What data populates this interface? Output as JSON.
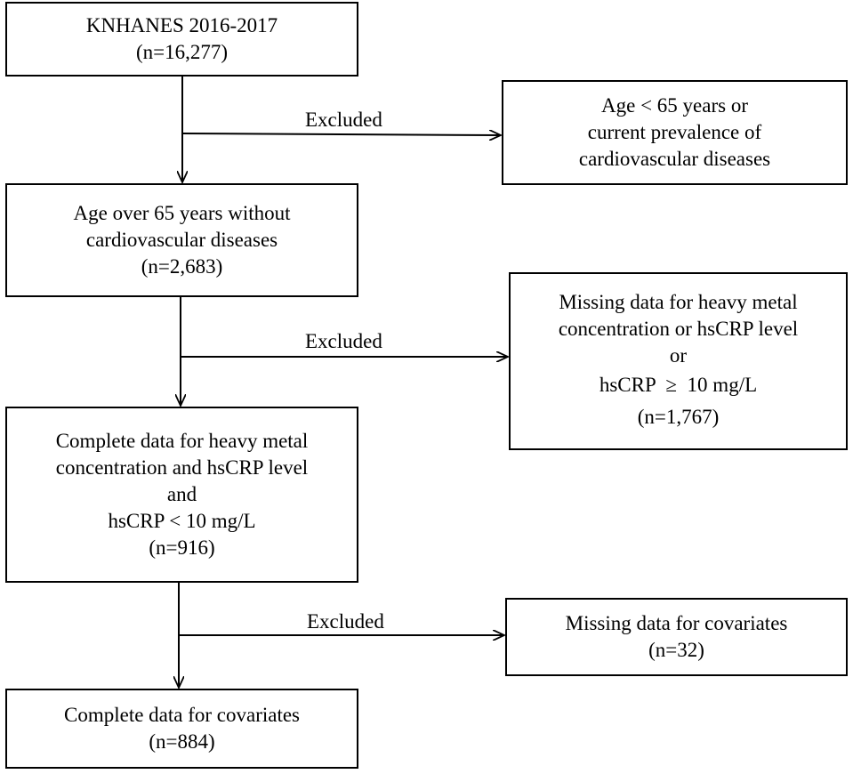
{
  "flowchart": {
    "main_boxes": [
      {
        "lines": [
          "KNHANES 2016-2017",
          "(n=16,277)"
        ]
      },
      {
        "lines": [
          "Age over 65 years without",
          "cardiovascular diseases",
          "(n=2,683)"
        ]
      },
      {
        "lines": [
          "Complete data for heavy metal",
          "concentration and hsCRP level",
          "and",
          "hsCRP < 10 mg/L",
          "(n=916)"
        ]
      },
      {
        "lines": [
          "Complete data for covariates",
          "(n=884)"
        ]
      }
    ],
    "excluded_boxes": [
      {
        "lines": [
          "Age < 65 years or",
          "current prevalence of",
          "cardiovascular diseases"
        ]
      },
      {
        "lines": [
          "Missing data for heavy metal",
          "concentration or hsCRP level",
          "or",
          "hsCRP  ≥  10 mg/L",
          "(n=1,767)"
        ]
      },
      {
        "lines": [
          "Missing data for covariates",
          "(n=32)"
        ]
      }
    ],
    "arrow_labels": [
      "Excluded",
      "Excluded",
      "Excluded"
    ]
  }
}
